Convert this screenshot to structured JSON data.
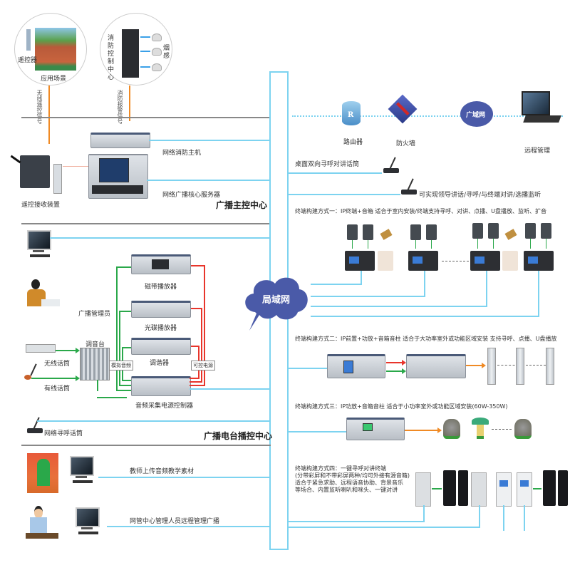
{
  "top_left": {
    "scene_label": "应用场景",
    "remote_label": "遥控器",
    "fire_center_label": "消防控制中心",
    "smoke_label": "烟感",
    "remote_signal_label": "无线遥控信号",
    "fire_signal_label": "消防报警信号"
  },
  "master_control": {
    "fire_host_label": "网络消防主机",
    "core_server_label": "网络广播核心服务器",
    "receiver_label": "遥控接收装置",
    "section_title": "广播主控中心"
  },
  "wan": {
    "router_label": "路由器",
    "firewall_label": "防火墙",
    "wan_label": "广域网",
    "remote_mgmt_label": "远程管理"
  },
  "lan": {
    "label": "局域网"
  },
  "paging": {
    "desktop_mic_label": "桌面双向寻呼对讲话筒",
    "capability_label": "可实现领导讲话/寻呼/与终端对讲/选播监听"
  },
  "terminal_modes": [
    {
      "title": "终端构建方式一：IP终端+音箱 适合于室内安装/终端支持寻呼、对讲、点播、U盘播放、监听、扩音"
    },
    {
      "title": "终端构建方式二：IP前置+功放+音箱音柱 适合于大功率室外或功能区域安装 支持寻呼、点播、U盘播放"
    },
    {
      "title": "终端构建方式三：IP功放+音箱音柱 适合于小功率室外或功能区域安装(60W-350W)"
    },
    {
      "title_lines": [
        "终端构建方式四：一键寻呼对讲终端",
        "(分带彩屏和不带彩屏两种/均可外接有源音箱)",
        "适合于紧急求助、远程语音协助、背景音乐",
        "等场合、内置监听喇叭和咪头、一键对讲"
      ]
    }
  ],
  "station": {
    "admin_label": "广播管理员",
    "tape_label": "磁带播放器",
    "cd_label": "光碟播放器",
    "tuner_label": "调谐器",
    "mixer_label": "调音台",
    "wireless_mic_label": "无线话筒",
    "wired_mic_label": "有线话筒",
    "analog_audio_tag": "模拟音频",
    "power_ctrl_tag": "可控电源",
    "collector_label": "音频采集电源控制器",
    "network_mic_label": "网络寻呼话筒",
    "section_title": "广播电台播控中心"
  },
  "clients": {
    "teacher_label": "教师上传音频教学素材",
    "admin_remote_label": "网管中心管理人员远程管理广播"
  },
  "colors": {
    "link": "#7dd3f0",
    "cloud": "#4a5aa8",
    "green_arrow": "#2aa84a",
    "red_arrow": "#e8352b",
    "orange_arrow": "#f08a24"
  }
}
